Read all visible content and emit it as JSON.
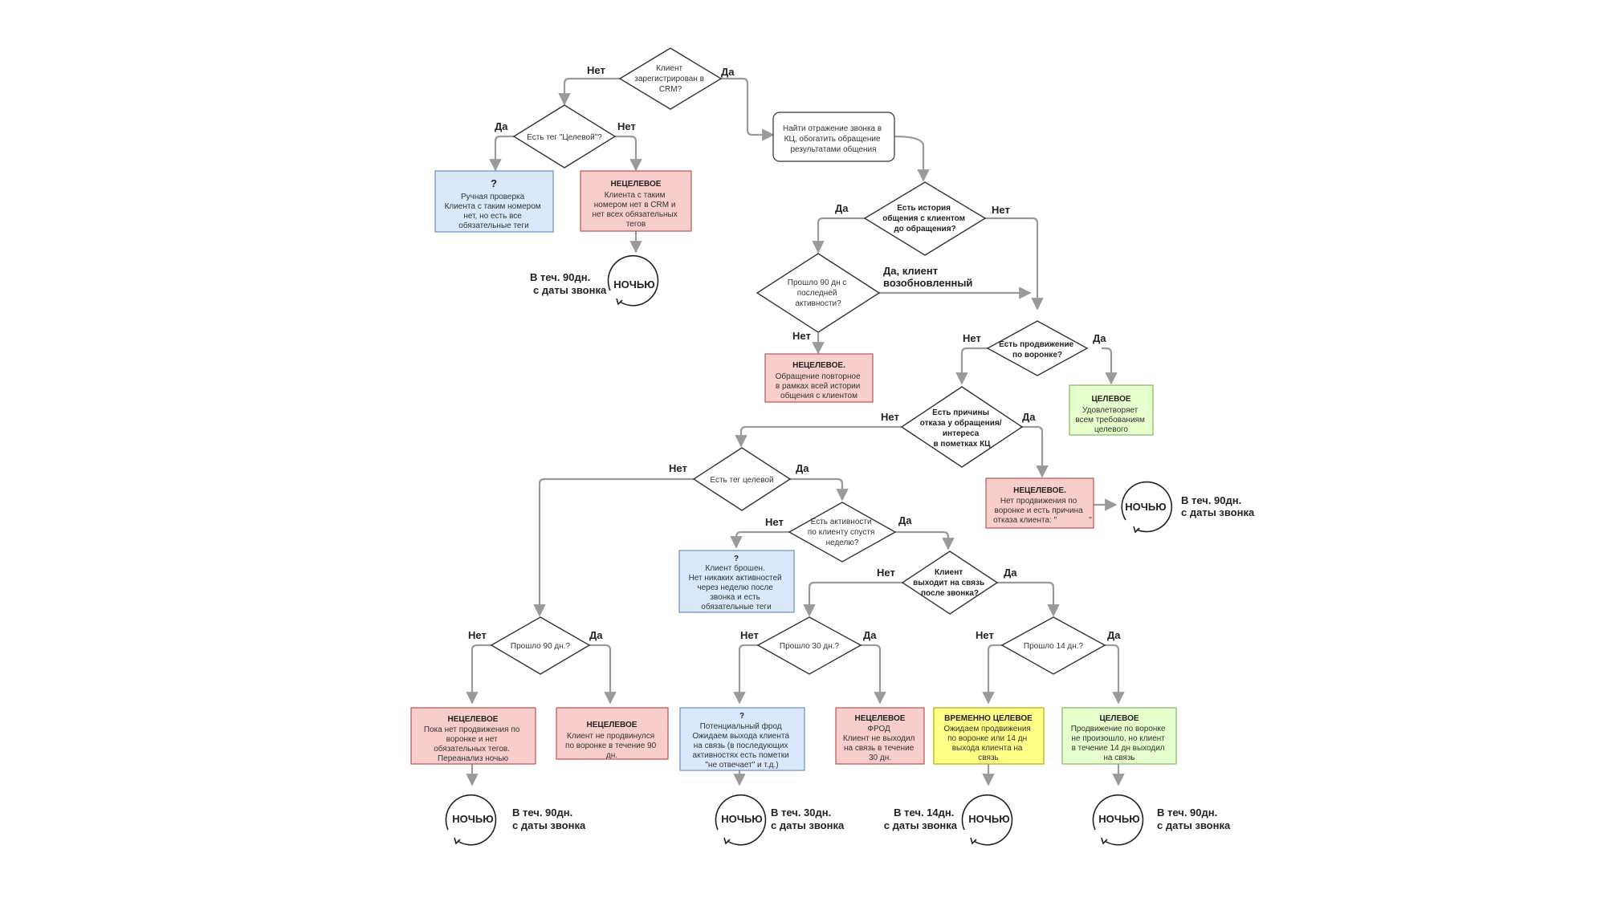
{
  "diamonds": {
    "d1": [
      "Клиент",
      "зарегистрирован в",
      "CRM?"
    ],
    "d2": [
      "Есть тег \"Целевой\"?"
    ],
    "d3": [
      "Есть история",
      "общения с клиентом",
      "до обращения?"
    ],
    "d4": [
      "Прошло 90 дн с",
      "последней",
      "активности?"
    ],
    "d5": [
      "Есть продвижение",
      "по воронке?"
    ],
    "d6": [
      "Есть причины",
      "отказа у обращения/",
      "интереса",
      "в пометках КЦ"
    ],
    "d7": [
      "Есть тег целевой"
    ],
    "d8": [
      "Есть активности",
      "по клиенту спустя",
      "неделю?"
    ],
    "d9": [
      "Клиент",
      "выходит на связь",
      "после звонка?"
    ],
    "d10": [
      "Прошло 90 дн.?"
    ],
    "d11": [
      "Прошло 30 дн.?"
    ],
    "d12": [
      "Прошло 14 дн.?"
    ]
  },
  "process": [
    "Найти отражение звонка в",
    "КЦ, обогатить обращение",
    "результатами общения"
  ],
  "boxes": {
    "manual_check": {
      "title": "?",
      "lines": [
        "Ручная проверка",
        "Клиента с таким номером",
        "нет, но есть все",
        "обязательные теги"
      ]
    },
    "untarget_crm": {
      "title": "НЕЦЕЛЕВОЕ",
      "lines": [
        "Клиента с таким",
        "номером нет в CRM и",
        "нет всех обязательных",
        "тегов"
      ]
    },
    "untarget_repeat": {
      "title": "НЕЦЕЛЕВОЕ.",
      "lines": [
        "Обращение повторное",
        "в рамках всей истории",
        "общения с клиентом"
      ]
    },
    "target_funnel": {
      "title": "ЦЕЛЕВОЕ",
      "lines": [
        "Удовлетворяет",
        "всем требованиям",
        "целевого"
      ]
    },
    "untarget_reason": {
      "title": "НЕЦЕЛЕВОЕ.",
      "lines": [
        "Нет продвижения по",
        "воронке и есть причина",
        "отказа клиента: \"",
        "\""
      ]
    },
    "abandoned": {
      "title": "?",
      "lines": [
        "Клиент брошен.",
        "Нет никаких активностей",
        "через неделю после",
        "звонка и есть",
        "обязательные теги"
      ]
    },
    "untarget_pending": {
      "title": "НЕЦЕЛЕВОЕ",
      "lines": [
        "Пока нет продвижения по",
        "воронке и нет",
        "обязательных тегов.",
        "Переанализ ночью"
      ]
    },
    "untarget_90": {
      "title": "НЕЦЕЛЕВОЕ",
      "lines": [
        "Клиент не продвинулся",
        "по воронке в течение 90",
        "дн."
      ]
    },
    "fraud_potential": {
      "title": "?",
      "lines": [
        "Потенциальный фрод",
        "Ожидаем выхода клиента",
        "на связь (в последующих",
        "активностях есть пометки",
        "\"не отвечает\" и т.д.)"
      ]
    },
    "fraud": {
      "title": "НЕЦЕЛЕВОЕ",
      "lines": [
        "ФРОД",
        "Клиент не выходил",
        "на связь в течение",
        "30 дн."
      ]
    },
    "temp_target": {
      "title": "ВРЕМЕННО ЦЕЛЕВОЕ",
      "lines": [
        "Ожидаем продвижения",
        "по воронке или 14 дн",
        "выхода клиента на",
        "связь"
      ]
    },
    "target_14": {
      "title": "ЦЕЛЕВОЕ",
      "lines": [
        "Продвижение по воронке",
        "не произошло, но клиент",
        "в течение 14 дн выходил",
        "на связь"
      ]
    }
  },
  "labels": {
    "yes": "Да",
    "no": "Нет",
    "renewed": [
      "Да, клиент",
      "возобновленный"
    ],
    "night": "НОЧЬЮ",
    "from_call": "с даты звонка",
    "within_90": "В теч. 90дн.",
    "within_30": "В теч. 30дн.",
    "within_14": "В теч. 14дн."
  },
  "colors": {
    "blue_fill": "#dae8fc",
    "blue_stroke": "#6c8ebf",
    "red_fill": "#f8cecc",
    "red_stroke": "#b85450",
    "green_fill": "#e6ffcc",
    "green_stroke": "#82b366",
    "yellow_fill": "#ffff88",
    "yellow_stroke": "#b7a900",
    "arrow": "#9a9a9a"
  }
}
